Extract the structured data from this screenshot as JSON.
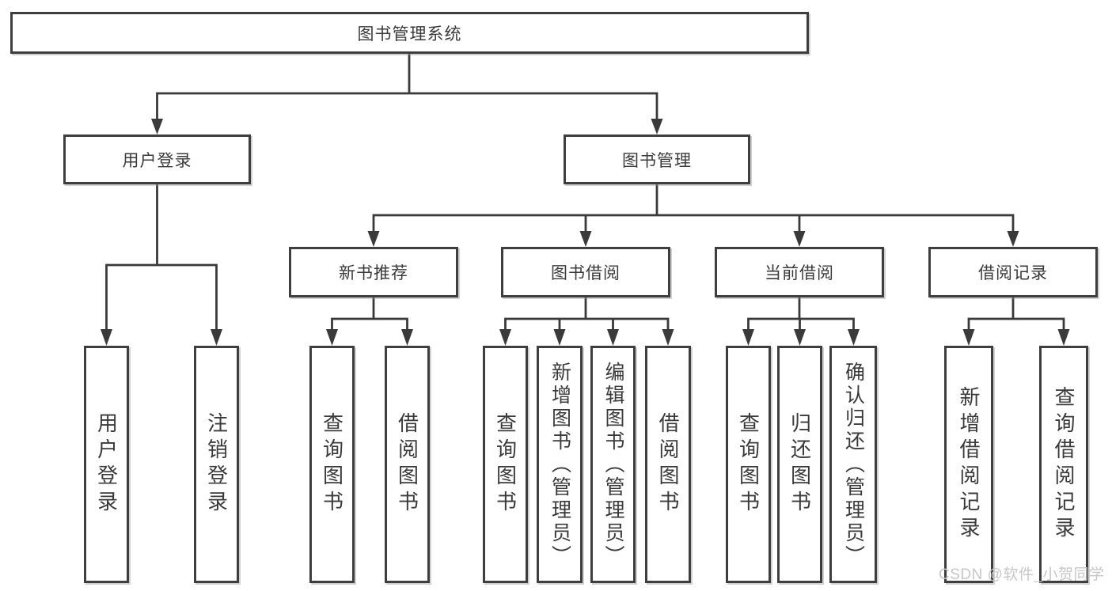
{
  "nodes": {
    "root": {
      "label": "图书管理系统"
    },
    "user_login": {
      "label": "用户登录"
    },
    "book_management": {
      "label": "图书管理"
    },
    "new_book_recommend": {
      "label": "新书推荐"
    },
    "book_borrowing": {
      "label": "图书借阅"
    },
    "current_borrowing": {
      "label": "当前借阅"
    },
    "borrowing_records": {
      "label": "借阅记录"
    },
    "leaf_user_login": {
      "label": "用户登录"
    },
    "leaf_logout": {
      "label": "注销登录"
    },
    "leaf_nb_query_books": {
      "label": "查询图书"
    },
    "leaf_nb_borrow_books": {
      "label": "借阅图书"
    },
    "leaf_bb_query_books": {
      "label": "查询图书"
    },
    "leaf_bb_add_books": {
      "label": "新增图书（管理员）"
    },
    "leaf_bb_edit_books": {
      "label": "编辑图书（管理员）"
    },
    "leaf_bb_borrow_books": {
      "label": "借阅图书"
    },
    "leaf_cb_query_books": {
      "label": "查询图书"
    },
    "leaf_cb_return_books": {
      "label": "归还图书"
    },
    "leaf_cb_confirm_return": {
      "label": "确认归还（管理员）"
    },
    "leaf_br_add_record": {
      "label": "新增借阅记录"
    },
    "leaf_br_query_record": {
      "label": "查询借阅记录"
    }
  },
  "hierarchy": {
    "图书管理系统": [
      "用户登录",
      "图书管理"
    ],
    "用户登录": [
      "用户登录",
      "注销登录"
    ],
    "图书管理": [
      "新书推荐",
      "图书借阅",
      "当前借阅",
      "借阅记录"
    ],
    "新书推荐": [
      "查询图书",
      "借阅图书"
    ],
    "图书借阅": [
      "查询图书",
      "新增图书（管理员）",
      "编辑图书（管理员）",
      "借阅图书"
    ],
    "当前借阅": [
      "查询图书",
      "归还图书",
      "确认归还（管理员）"
    ],
    "借阅记录": [
      "新增借阅记录",
      "查询借阅记录"
    ]
  },
  "watermark": {
    "text": "CSDN @软件_小贺同学"
  },
  "colors": {
    "line": "#3a3a3a",
    "border": "#3e3e3e",
    "text": "#3a3a3a",
    "watermark": "#c7c7c7",
    "background": "#ffffff"
  }
}
